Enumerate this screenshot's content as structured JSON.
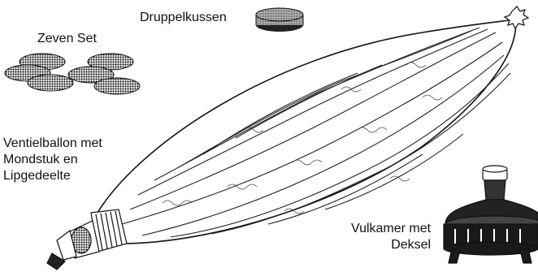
{
  "labels": {
    "druppelkussen": "Druppelkussen",
    "zeven_set": "Zeven Set",
    "ventielballon": [
      "Ventielballon met",
      "Mondstuk en",
      "Lipgedeelte"
    ],
    "vulkamer": [
      "Vulkamer met",
      "Deksel"
    ]
  },
  "colors": {
    "ink": "#111111",
    "paper": "#ffffff",
    "fill_dark": "#2a2a2a"
  },
  "icons": [
    "druppelkussen-disc",
    "zeven-set-discs",
    "ventielballon",
    "vulkamer"
  ]
}
